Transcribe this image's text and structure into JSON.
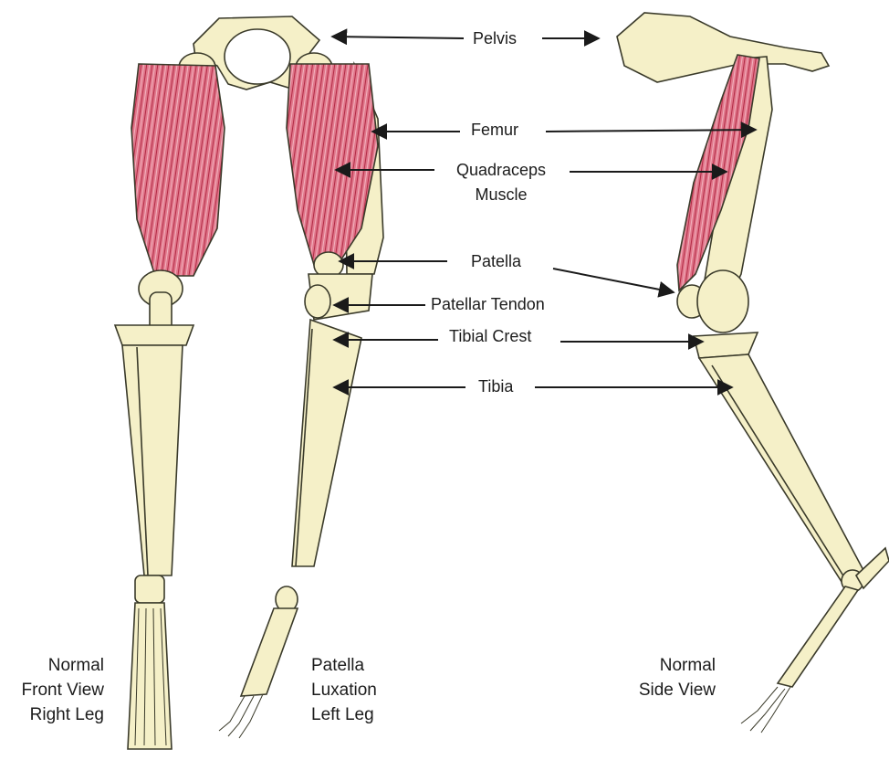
{
  "labels": {
    "pelvis": "Pelvis",
    "femur": "Femur",
    "quadriceps_line1": "Quadraceps",
    "quadriceps_line2": "Muscle",
    "patella": "Patella",
    "patellar_tendon": "Patellar Tendon",
    "tibial_crest": "Tibial Crest",
    "tibia": "Tibia"
  },
  "captions": {
    "front": [
      "Normal",
      "Front View",
      "Right Leg"
    ],
    "luxation": [
      "Patella",
      "Luxation",
      "Left Leg"
    ],
    "side": [
      "Normal",
      "Side View"
    ]
  },
  "colors": {
    "bone": "#f5f0c8",
    "bone_outline": "#3a3a2a",
    "muscle": "#d9566a",
    "arrow": "#1a1a1a"
  }
}
